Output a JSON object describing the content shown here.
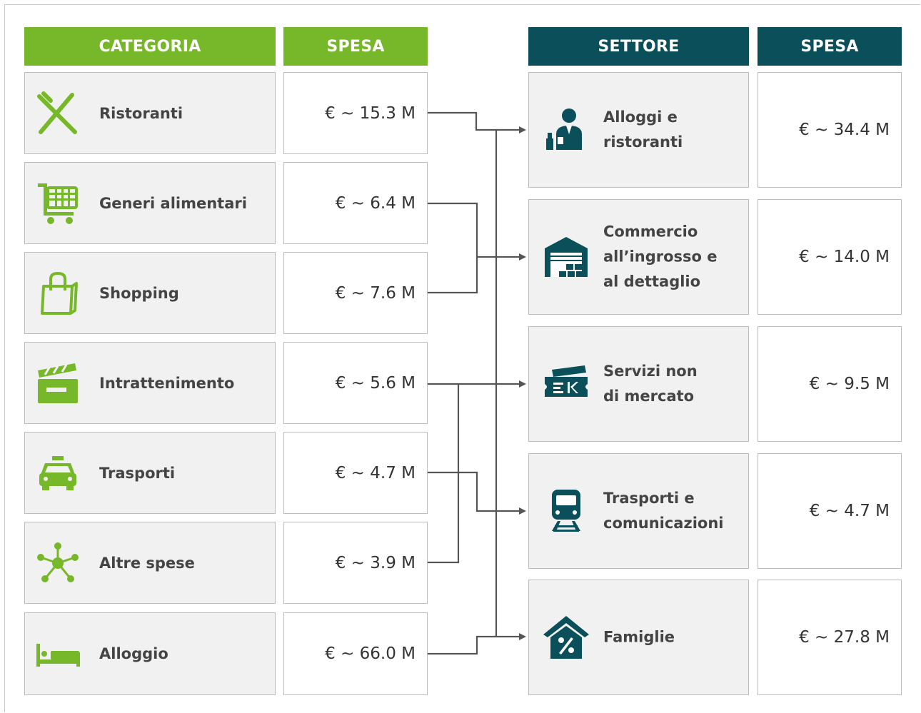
{
  "left_table": {
    "headers": {
      "category": "CATEGORIA",
      "spend": "SPESA"
    },
    "rows": [
      {
        "label": "Ristoranti",
        "value": "€ ~ 15.3 M",
        "icon": "cutlery-icon"
      },
      {
        "label": "Generi alimentari",
        "value": "€ ~ 6.4 M",
        "icon": "shopping-cart-icon"
      },
      {
        "label": "Shopping",
        "value": "€ ~ 7.6 M",
        "icon": "shopping-bag-icon"
      },
      {
        "label": "Intrattenimento",
        "value": "€ ~ 5.6 M",
        "icon": "clapperboard-icon"
      },
      {
        "label": "Trasporti",
        "value": "€ ~ 4.7 M",
        "icon": "taxi-icon"
      },
      {
        "label": "Altre spese",
        "value": "€ ~ 3.9 M",
        "icon": "network-icon"
      },
      {
        "label": "Alloggio",
        "value": "€ ~ 66.0 M",
        "icon": "bed-icon"
      }
    ]
  },
  "right_table": {
    "headers": {
      "sector": "SETTORE",
      "spend": "SPESA"
    },
    "rows": [
      {
        "label": "Alloggi  e\nristoranti",
        "value": "€ ~ 34.4 M",
        "icon": "waiter-icon"
      },
      {
        "label": "Commercio\nall’ingrosso  e\nal dettaglio",
        "value": "€ ~ 14.0 M",
        "icon": "warehouse-icon"
      },
      {
        "label": "Servizi non\ndi mercato",
        "value": "€ ~ 9.5 M",
        "icon": "ticket-icon"
      },
      {
        "label": "Trasporti e\ncomunicazioni",
        "value": "€ ~ 4.7 M",
        "icon": "train-icon"
      },
      {
        "label": "Famiglie",
        "value": "€ ~ 27.8 M",
        "icon": "house-percent-icon"
      }
    ]
  },
  "flows": [
    {
      "from": "Ristoranti",
      "to": "Alloggi  e\nristoranti"
    },
    {
      "from": "Generi alimentari",
      "to": "Commercio\nall’ingrosso  e\nal dettaglio"
    },
    {
      "from": "Shopping",
      "to": "Commercio\nall’ingrosso  e\nal dettaglio"
    },
    {
      "from": "Intrattenimento",
      "to": "Servizi non\ndi mercato"
    },
    {
      "from": "Altre spese",
      "to": "Servizi non\ndi mercato"
    },
    {
      "from": "Trasporti",
      "to": "Trasporti e\ncomunicazioni"
    },
    {
      "from": "Alloggio",
      "to": "Famiglie"
    }
  ],
  "colors": {
    "green": "#77b82a",
    "teal": "#0a4f5a",
    "line": "#555555"
  }
}
